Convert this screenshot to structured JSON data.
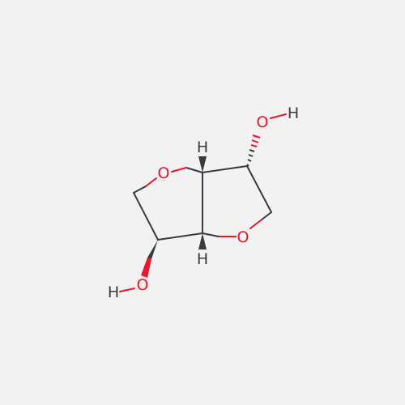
{
  "molecule": {
    "bg_color": "#f2f2f2",
    "bond_color": "#3b3b3b",
    "atom_colors": {
      "O": "#e8182a",
      "H": "#3b3b3b"
    },
    "labels": {
      "ring_o_left": "O",
      "ring_o_right": "O",
      "hydroxyl_top_o": "O",
      "hydroxyl_top_h": "H",
      "hydroxyl_bottom_o": "O",
      "hydroxyl_bottom_h": "H",
      "stereo_h_top": "H",
      "stereo_h_bottom": "H"
    }
  }
}
